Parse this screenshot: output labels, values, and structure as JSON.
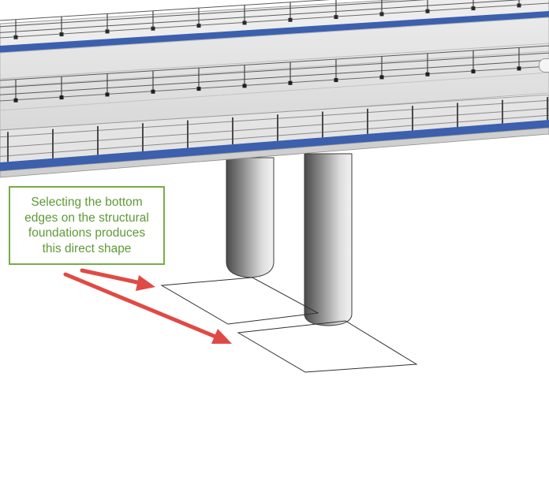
{
  "viewport": {
    "name": "3D bridge model view",
    "callout": {
      "text": "Selecting the bottom\nedges on the structural\nfoundations produces\nthis direct shape",
      "border_color": "#77ad45",
      "text_color": "#5f9a36"
    },
    "arrows": {
      "color": "#e04a45",
      "count": 2
    },
    "model_colors": {
      "deck_surface": "#e2e2e2",
      "deck_edge_blue": "#3c5fae",
      "railing": "#585858",
      "column_light": "#f0f0f0",
      "column_dark": "#4a4a4a",
      "direct_shape_edges": "#303030"
    },
    "icons": [
      "navigation-control-icon"
    ]
  }
}
